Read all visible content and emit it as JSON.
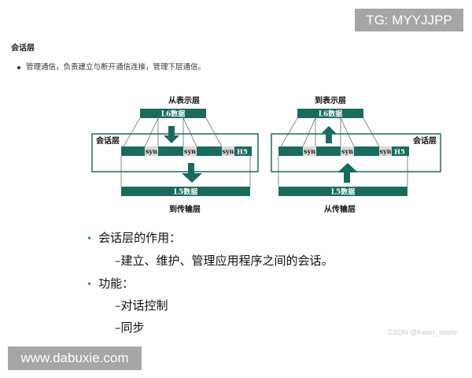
{
  "watermarks": {
    "tg": "TG: MYYJJPP",
    "site": "www.dabuxie.com",
    "csdn": "CSDN @Kevin_xiaole"
  },
  "section": {
    "heading": "会话层",
    "bullet": "管理通信，负责建立与断开通信连接，管理下层通信。"
  },
  "colors": {
    "teal": "#1a6b5e",
    "syn_bg": "#d9d9d9"
  },
  "diagram_left": {
    "top_label": "从表示层",
    "l6": "L6数据",
    "session_label": "会话层",
    "syn": "syn",
    "h5": "H5",
    "l5": "L5数据",
    "bottom_label": "到传输层",
    "arrow_direction": "down"
  },
  "diagram_right": {
    "top_label": "到表示层",
    "l6": "L6数据",
    "session_label": "会话层",
    "syn": "syn",
    "h5": "H5",
    "l5": "L5数据",
    "bottom_label": "从传输层",
    "arrow_direction": "up"
  },
  "slide": {
    "items": [
      {
        "title": "会话层的作用：",
        "subs": [
          "–建立、维护、管理应用程序之间的会话。"
        ]
      },
      {
        "title": "功能：",
        "subs": [
          "–对话控制",
          "–同步"
        ]
      }
    ]
  }
}
